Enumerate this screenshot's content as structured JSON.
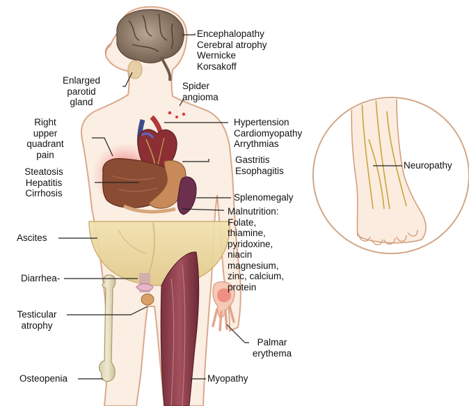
{
  "labels": {
    "brain": [
      "Encephalopathy",
      "Cerebral atrophy",
      "Wernicke",
      "Korsakoff"
    ],
    "parotid": [
      "Enlarged",
      "parotid",
      "gland"
    ],
    "spider": [
      "Spider",
      "angioma"
    ],
    "ruq": [
      "Right",
      "upper",
      "quadrant",
      "pain"
    ],
    "heart": [
      "Hypertension",
      "Cardiomyopathy",
      "Arrythmias"
    ],
    "stomach": [
      "Gastritis",
      "Esophagitis"
    ],
    "liver": [
      "Steatosis",
      "Hepatitis",
      "Cirrhosis"
    ],
    "neuropathy": "Neuropathy",
    "spleen": "Splenomegaly",
    "malnutrition": [
      "Malnutrition:",
      "Folate,",
      "thiamine,",
      "pyridoxine,",
      "niacin",
      "magnesium,",
      "zinc, calcium,",
      "protein"
    ],
    "ascites": "Ascites",
    "diarrhea": "Diarrhea-",
    "testicular": [
      "Testicular",
      "atrophy"
    ],
    "palmar": [
      "Palmar",
      "erythema"
    ],
    "osteopenia": "Osteopenia",
    "myopathy": "Myopathy"
  }
}
